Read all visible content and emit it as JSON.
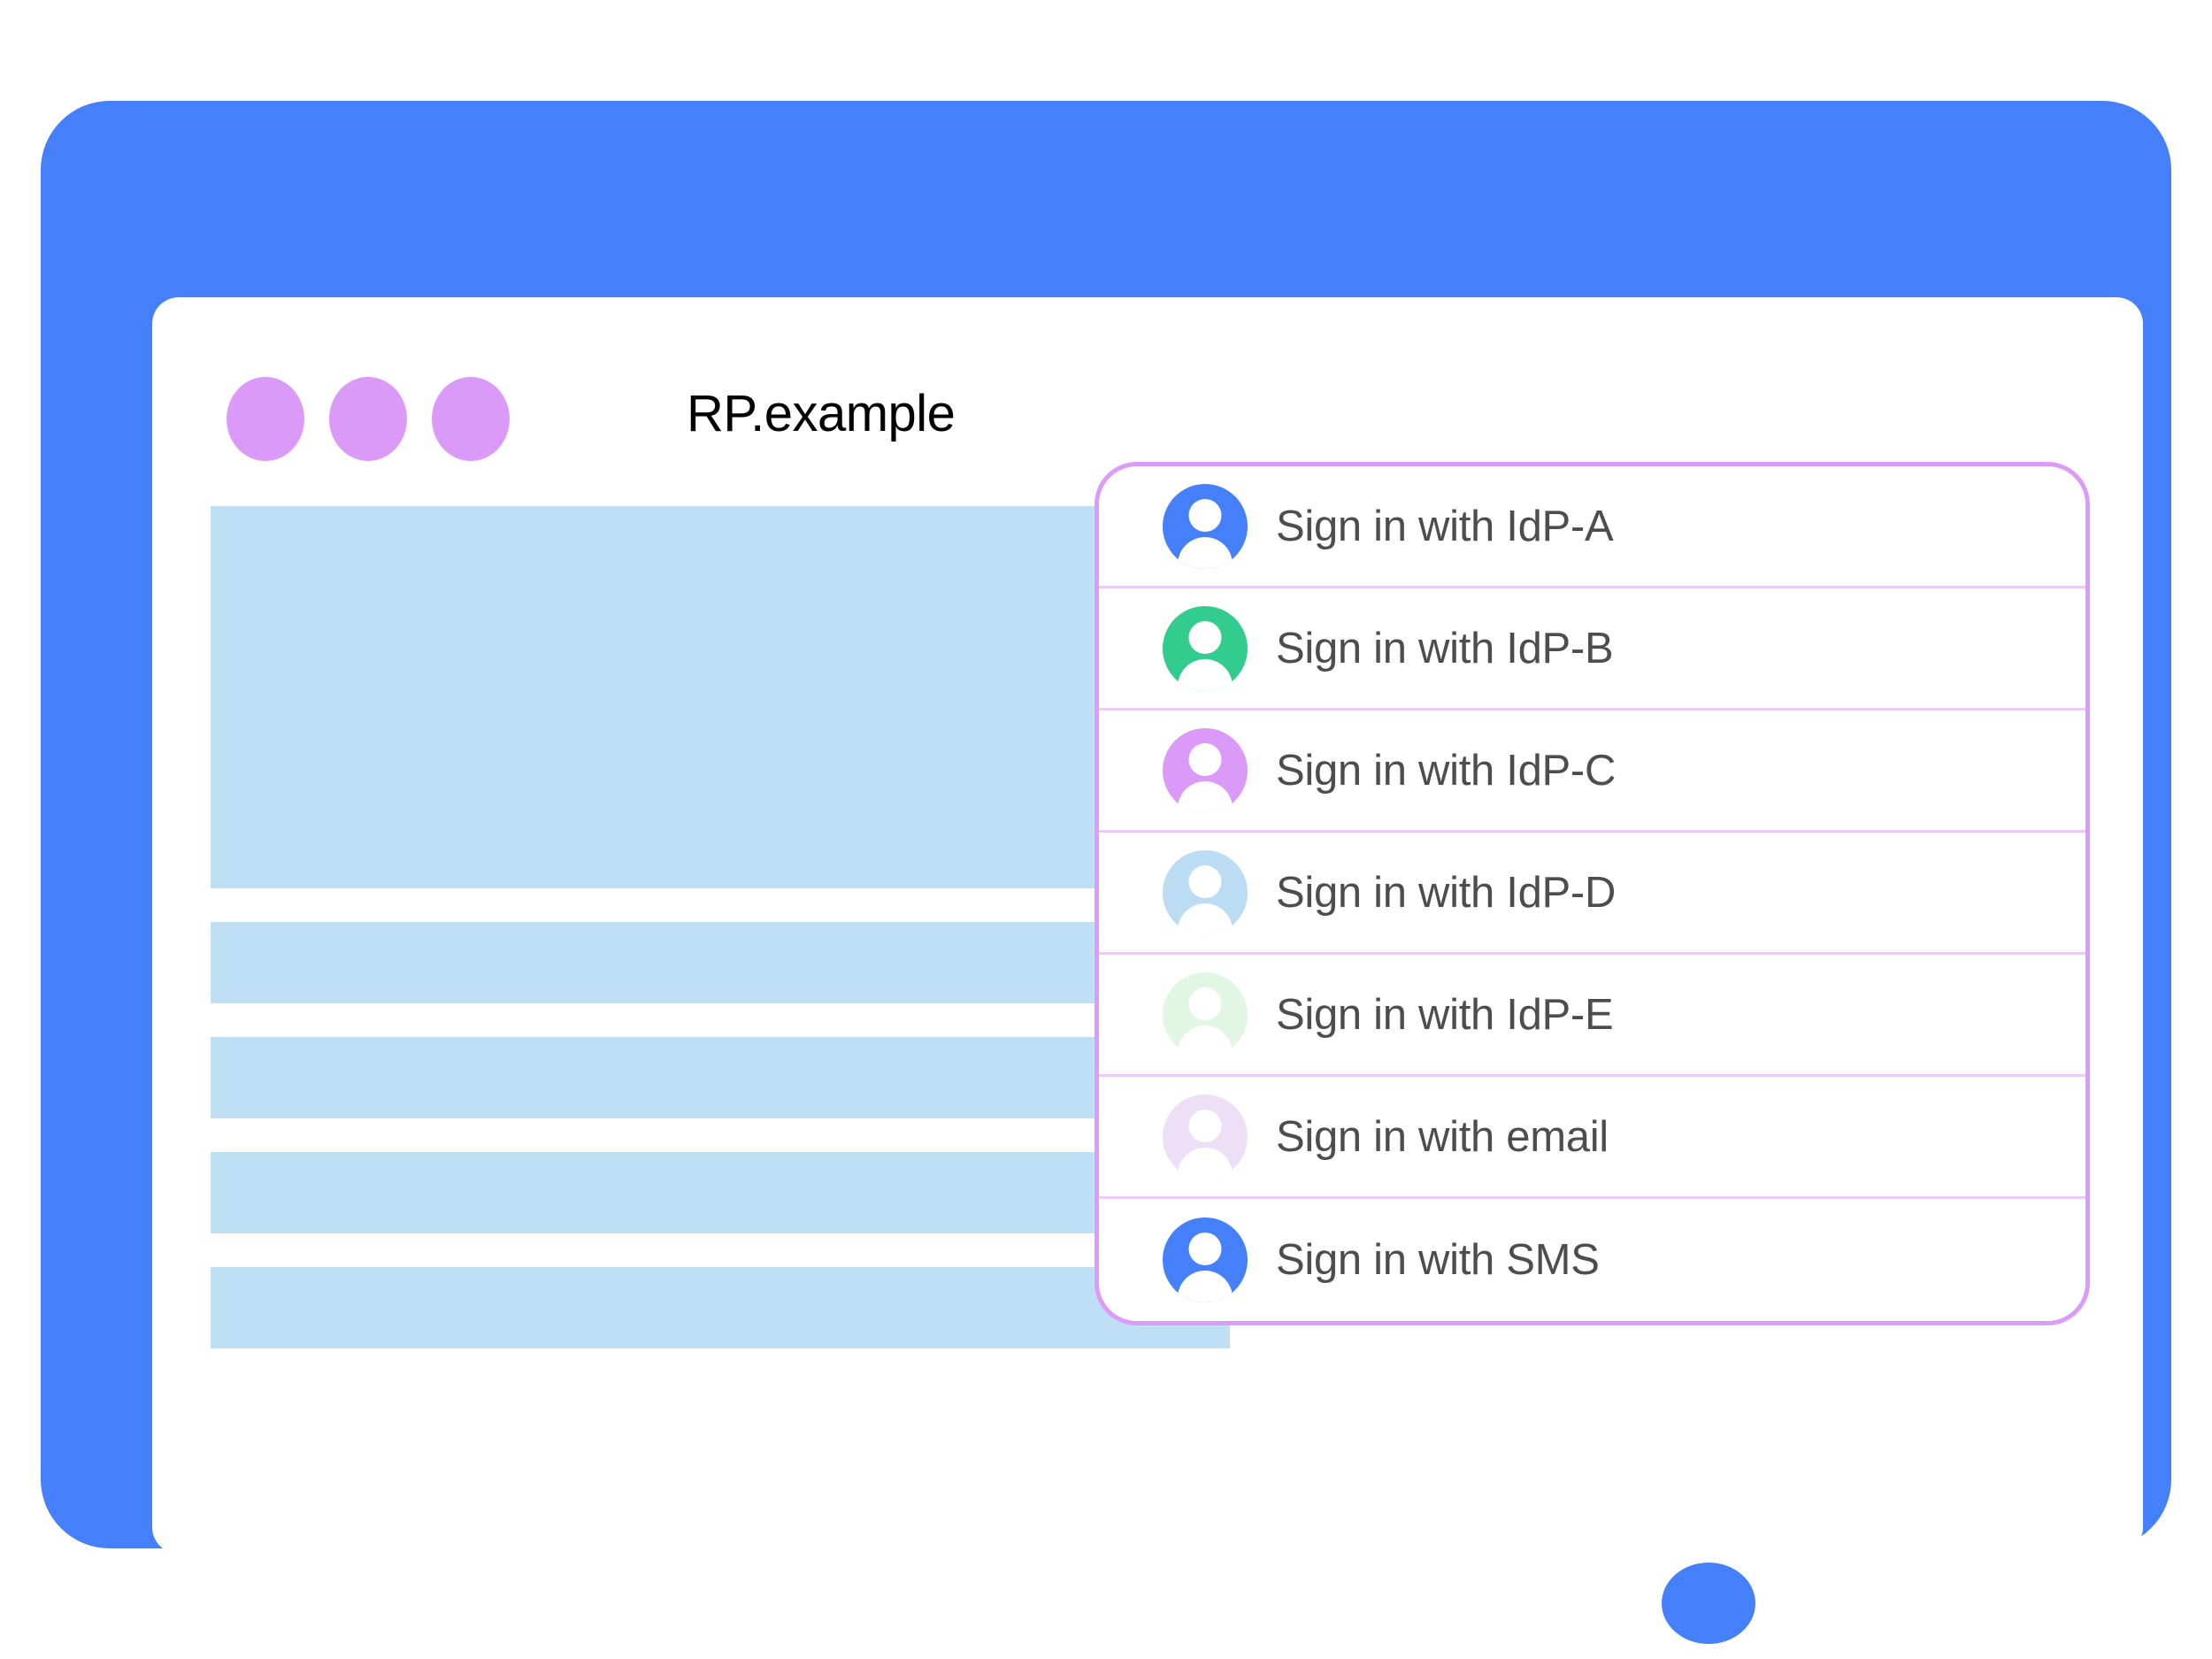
{
  "window": {
    "title": "RP.example",
    "dots": [
      "window-dot-1",
      "window-dot-2",
      "window-dot-3"
    ],
    "bezel_color": "#4580fa",
    "dot_color": "#db9af7"
  },
  "page_content": {
    "hero_placeholder": "",
    "bar_placeholders": [
      "",
      "",
      "",
      ""
    ],
    "block_color": "#bfdff5"
  },
  "account_chooser": {
    "border_color": "#dc9bf8",
    "divider_color": "#edcbf8",
    "rows": [
      {
        "label": "Sign in with IdP-A",
        "avatar_color": "#4580fa",
        "icon": "person-avatar-icon"
      },
      {
        "label": "Sign in with IdP-B",
        "avatar_color": "#32cc8e",
        "icon": "person-avatar-icon"
      },
      {
        "label": "Sign in with IdP-C",
        "avatar_color": "#db9af7",
        "icon": "person-avatar-icon"
      },
      {
        "label": "Sign in with IdP-D",
        "avatar_color": "#bbdcf2",
        "icon": "person-avatar-icon"
      },
      {
        "label": "Sign in with IdP-E",
        "avatar_color": "#e2f6e4",
        "icon": "person-avatar-icon"
      },
      {
        "label": "Sign in with email",
        "avatar_color": "#eddff5",
        "icon": "person-avatar-icon"
      },
      {
        "label": "Sign in with SMS",
        "avatar_color": "#4580fa",
        "icon": "person-avatar-icon"
      }
    ]
  },
  "home_button": {
    "label": "home-button"
  }
}
